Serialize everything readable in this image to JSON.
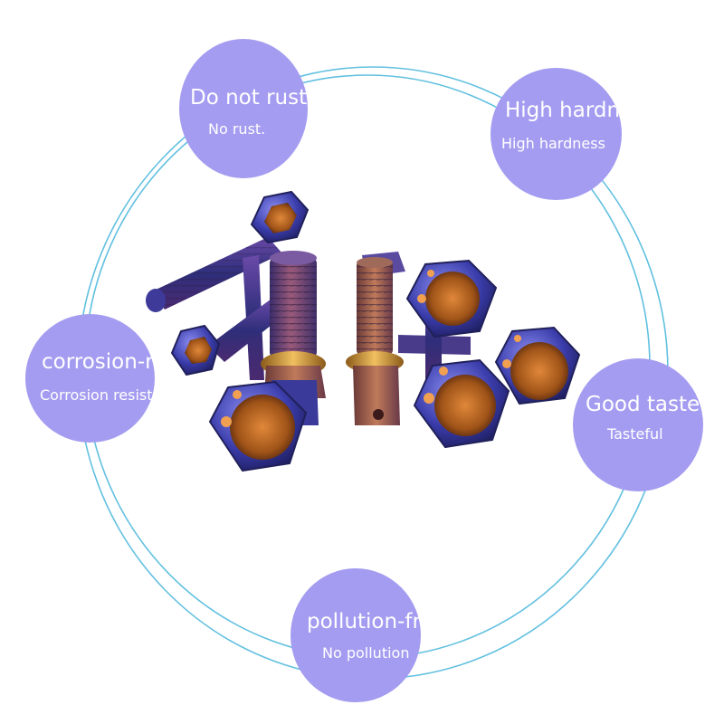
{
  "features": [
    {
      "title": "Do not rust",
      "subtitle": "No rust."
    },
    {
      "title": "High hardness",
      "subtitle": "High hardness"
    },
    {
      "title": "corrosion-resistant",
      "subtitle": "Corrosion resistance"
    },
    {
      "title": "Good taste",
      "subtitle": "Tasteful"
    },
    {
      "title": "pollution-free",
      "subtitle": "No pollution"
    }
  ],
  "colors": {
    "badge": "#a49cf0",
    "ring": "#62c0e0",
    "metal_blue": "#3c3fb4",
    "metal_purple": "#7a3e9a",
    "metal_bronze": "#b06a2a"
  }
}
